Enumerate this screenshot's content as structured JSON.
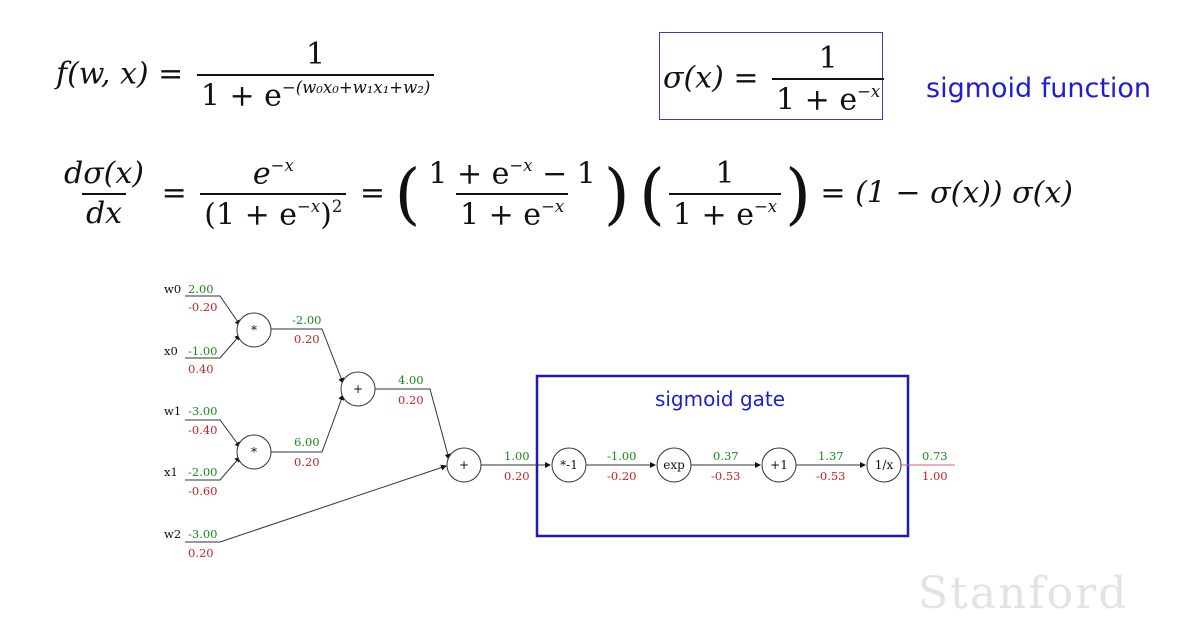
{
  "equations": {
    "f_lhs": "f(w, x) =",
    "f_num": "1",
    "f_den_base": "1 + e",
    "f_den_exp": "−(w₀x₀+w₁x₁+w₂)",
    "sigma_lhs": "σ(x) =",
    "sigma_num": "1",
    "sigma_den_base": "1 + e",
    "sigma_den_exp": "−x",
    "sigmoid_label": "sigmoid function",
    "d_lhs_num": "dσ(x)",
    "d_lhs_den": "dx",
    "d_f1_num_base": "e",
    "d_f1_num_exp": "−x",
    "d_f1_den_base": "(1 + e",
    "d_f1_den_exp": "−x",
    "d_f1_den_close": ")",
    "d_f1_den_sq": "2",
    "d_f2_num_a": "1 + e",
    "d_f2_num_exp": "−x",
    "d_f2_num_b": " − 1",
    "d_f2_den_base": "1 + e",
    "d_f2_den_exp": "−x",
    "d_f3_num": "1",
    "d_f3_den_base": "1 + e",
    "d_f3_den_exp": "−x",
    "d_rhs": "(1 − σ(x)) σ(x)",
    "eq_sign": "="
  },
  "graph": {
    "gate_title": "sigmoid gate",
    "inputs": [
      {
        "name": "w0",
        "fwd": "2.00",
        "bwd": "-0.20"
      },
      {
        "name": "x0",
        "fwd": "-1.00",
        "bwd": "0.40"
      },
      {
        "name": "w1",
        "fwd": "-3.00",
        "bwd": "-0.40"
      },
      {
        "name": "x1",
        "fwd": "-2.00",
        "bwd": "-0.60"
      },
      {
        "name": "w2",
        "fwd": "-3.00",
        "bwd": "0.20"
      }
    ],
    "nodes": [
      {
        "label": "*",
        "out_fwd": "-2.00",
        "out_bwd": "0.20"
      },
      {
        "label": "*",
        "out_fwd": "6.00",
        "out_bwd": "0.20"
      },
      {
        "label": "+",
        "out_fwd": "4.00",
        "out_bwd": "0.20"
      },
      {
        "label": "+",
        "out_fwd": "1.00",
        "out_bwd": "0.20"
      },
      {
        "label": "*-1",
        "out_fwd": "-1.00",
        "out_bwd": "-0.20"
      },
      {
        "label": "exp",
        "out_fwd": "0.37",
        "out_bwd": "-0.53"
      },
      {
        "label": "+1",
        "out_fwd": "1.37",
        "out_bwd": "-0.53"
      },
      {
        "label": "1/x",
        "out_fwd": "0.73",
        "out_bwd": "1.00"
      }
    ]
  },
  "watermark": "Stanford",
  "colors": {
    "forward": "#1a8a1a",
    "backward": "#cc2222",
    "accent_blue": "#1d1dd6",
    "box_blue": "#1a1ab8"
  }
}
